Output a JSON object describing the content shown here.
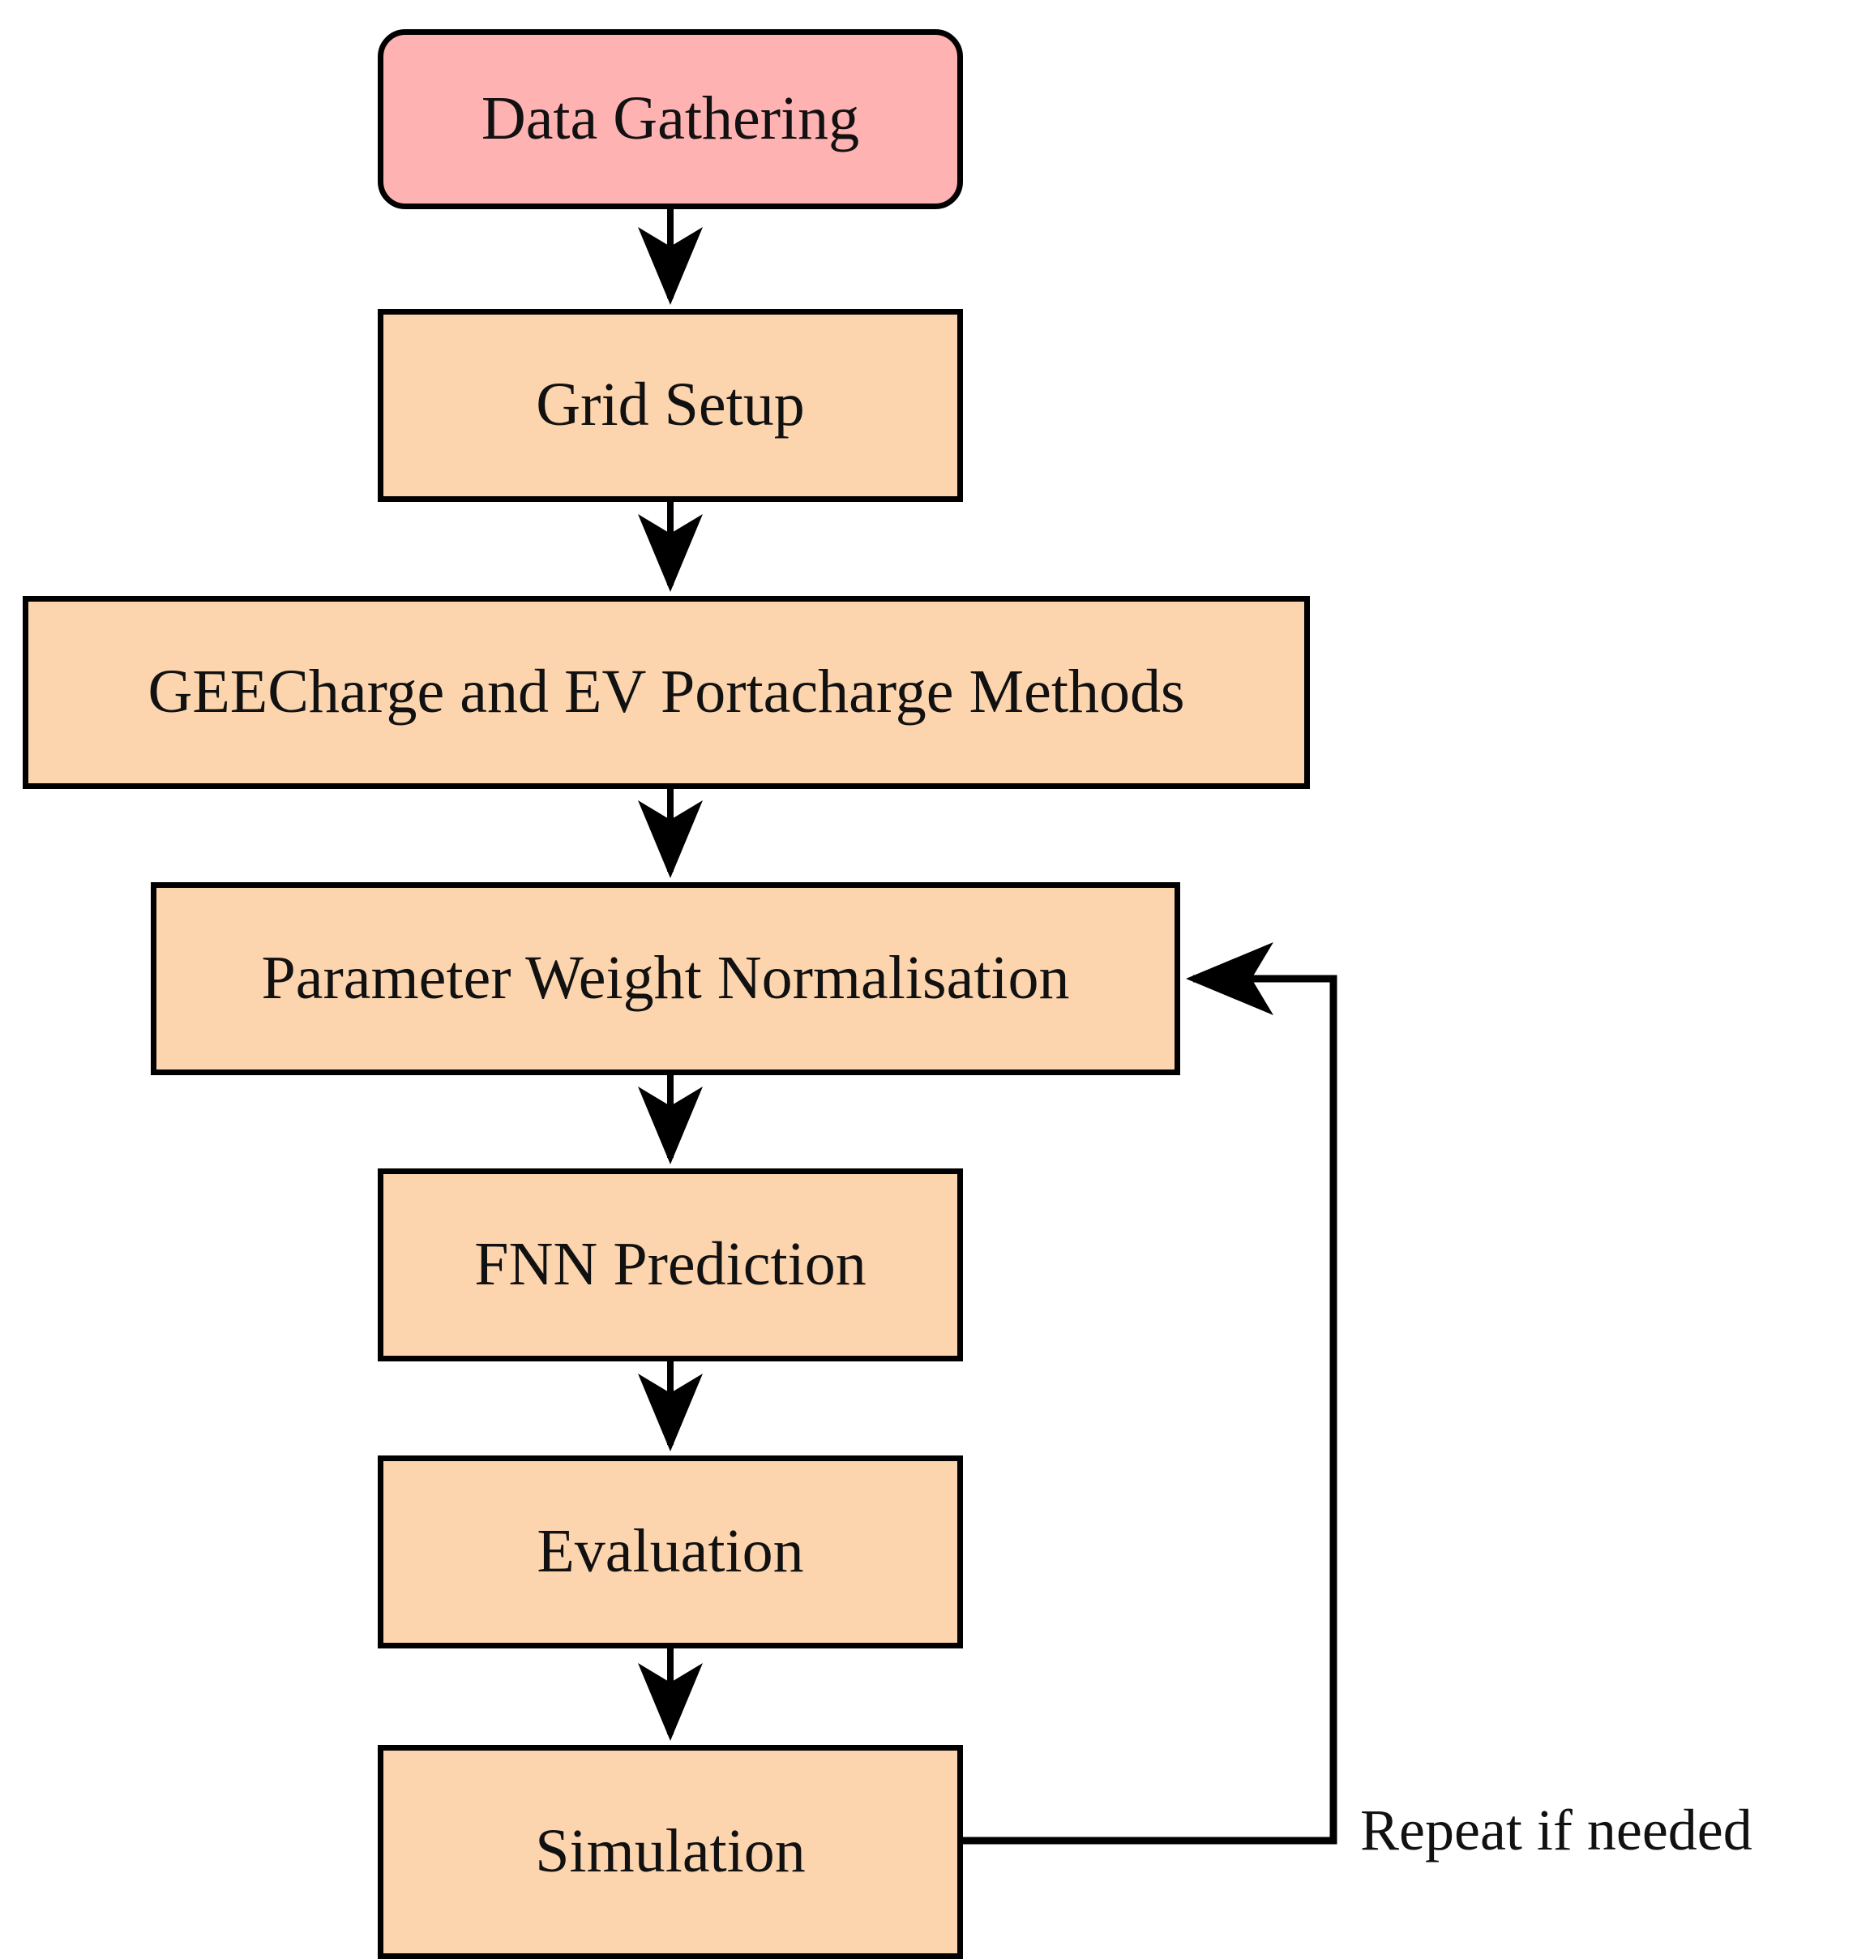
{
  "diagram": {
    "type": "flowchart",
    "orientation": "top-to-bottom",
    "title": "",
    "colors": {
      "start_node_fill": "#ffb2b2",
      "process_node_fill": "#fcd5ae",
      "stroke": "#000000",
      "text": "#111111",
      "background": "#ffffff"
    },
    "nodes": [
      {
        "id": "data-gathering",
        "label": "Data Gathering",
        "shape": "rounded-rectangle",
        "fill": "#ffb2b2"
      },
      {
        "id": "grid-setup",
        "label": "Grid Setup",
        "shape": "rectangle",
        "fill": "#fcd5ae"
      },
      {
        "id": "geecharge",
        "label": "GEECharge and EV Portacharge Methods",
        "shape": "rectangle",
        "fill": "#fcd5ae"
      },
      {
        "id": "parameter-weight",
        "label": "Parameter Weight Normalisation",
        "shape": "rectangle",
        "fill": "#fcd5ae"
      },
      {
        "id": "fnn-prediction",
        "label": "FNN Prediction",
        "shape": "rectangle",
        "fill": "#fcd5ae"
      },
      {
        "id": "evaluation",
        "label": "Evaluation",
        "shape": "rectangle",
        "fill": "#fcd5ae"
      },
      {
        "id": "simulation",
        "label": "Simulation",
        "shape": "rectangle",
        "fill": "#fcd5ae"
      }
    ],
    "edges": [
      {
        "id": "e1",
        "from": "data-gathering",
        "to": "grid-setup",
        "label": "",
        "style": "straight-down-arrow"
      },
      {
        "id": "e2",
        "from": "grid-setup",
        "to": "geecharge",
        "label": "",
        "style": "straight-down-arrow"
      },
      {
        "id": "e3",
        "from": "geecharge",
        "to": "parameter-weight",
        "label": "",
        "style": "straight-down-arrow"
      },
      {
        "id": "e4",
        "from": "parameter-weight",
        "to": "fnn-prediction",
        "label": "",
        "style": "straight-down-arrow"
      },
      {
        "id": "e5",
        "from": "fnn-prediction",
        "to": "evaluation",
        "label": "",
        "style": "straight-down-arrow"
      },
      {
        "id": "e6",
        "from": "evaluation",
        "to": "simulation",
        "label": "",
        "style": "straight-down-arrow"
      },
      {
        "id": "e7",
        "from": "simulation",
        "to": "parameter-weight",
        "label": "Repeat if needed",
        "style": "orthogonal-feedback-arrow"
      }
    ],
    "loop_label": "Repeat if needed"
  }
}
